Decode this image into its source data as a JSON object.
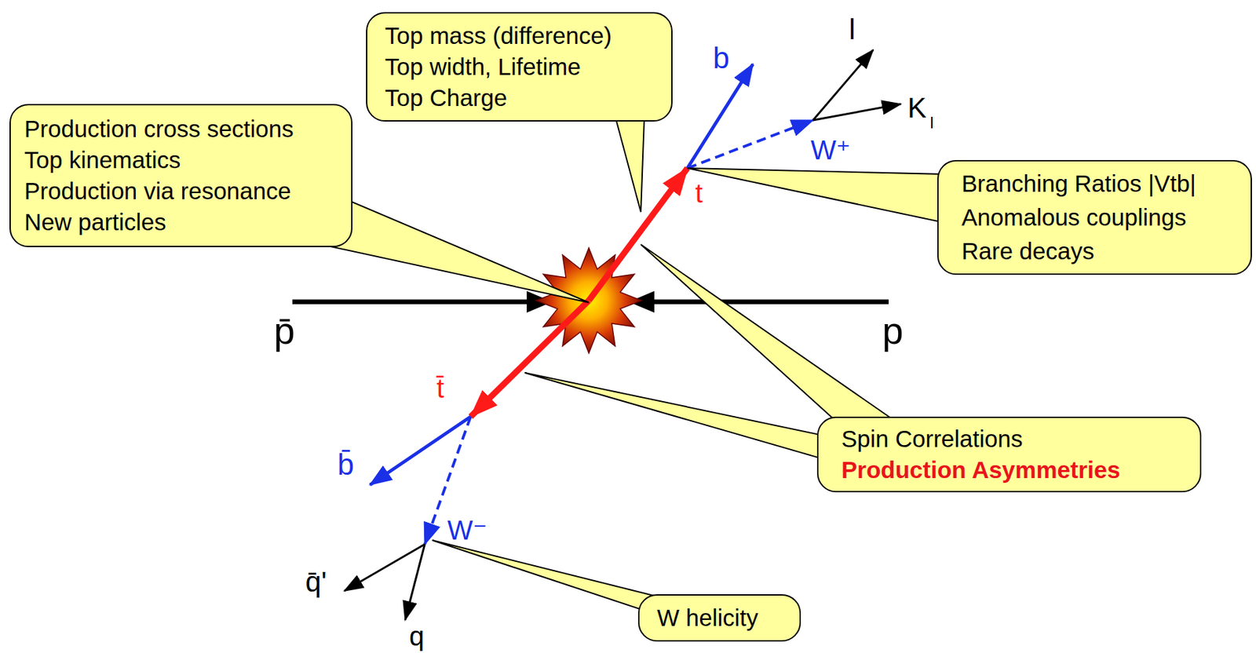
{
  "diagram": {
    "nodes": [
      {
        "text": [
          "Top mass (difference)",
          "Top width, Lifetime",
          "Top Charge"
        ]
      },
      {
        "text": [
          "Production cross sections",
          "Top kinematics",
          "Production via resonance",
          "New particles"
        ]
      },
      {
        "text": [
          "Branching Ratios |Vtb|",
          "Anomalous couplings",
          "Rare decays"
        ]
      },
      {
        "text": [
          "Spin Correlations",
          "Production Asymmetries"
        ]
      },
      {
        "text": [
          "W helicity"
        ]
      }
    ],
    "labels": [
      "l",
      "b",
      "K",
      "l",
      "W⁺",
      "t",
      "p̄",
      "p",
      "t̄",
      "b̄",
      "W⁻",
      "q̄'",
      "q"
    ]
  }
}
